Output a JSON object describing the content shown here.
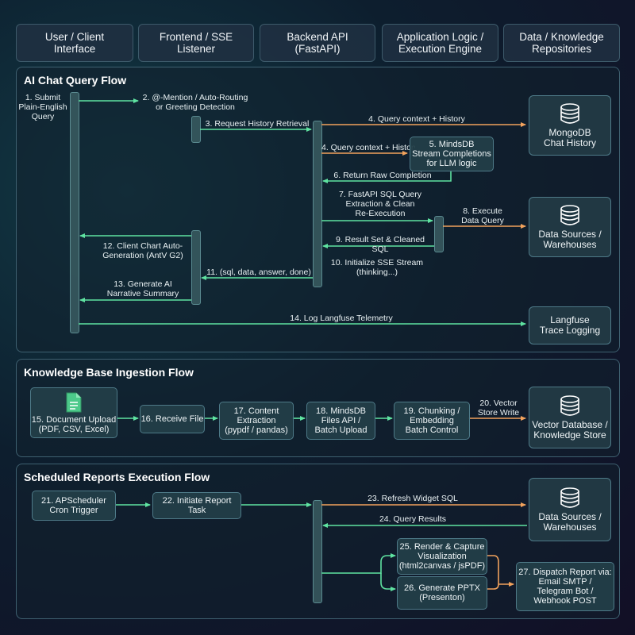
{
  "lanes": [
    "User / Client\nInterface",
    "Frontend / SSE\nListener",
    "Backend API\n(FastAPI)",
    "Application Logic /\nExecution Engine",
    "Data / Knowledge\nRepositories"
  ],
  "sections": {
    "chat": "AI Chat Query Flow",
    "kb": "Knowledge Base Ingestion Flow",
    "reports": "Scheduled Reports Execution Flow"
  },
  "chat_steps": {
    "s1": "1. Submit\nPlain-English\nQuery",
    "s2": "2. @-Mention / Auto-Routing\nor Greeting Detection",
    "s3": "3. Request History Retrieval",
    "s4a": "4. Query context + History",
    "s4b": "4. Query context + History",
    "s5": "5. MindsDB\nStream Completions\nfor LLM logic",
    "s6": "6. Return Raw Completion",
    "s7": "7. FastAPI SQL Query\nExtraction & Clean\nRe-Execution",
    "s8": "8. Execute\nData Query",
    "s9": "9. Result Set & Cleaned SQL",
    "s10": "10. Initialize SSE Stream\n(thinking...)",
    "s11": "11. (sql, data, answer, done)",
    "s12": "12. Client Chart Auto-\nGeneration (AntV G2)",
    "s13": "13. Generate AI\nNarrative Summary",
    "s14": "14. Log Langfuse Telemetry"
  },
  "chat_repos": {
    "mongo": "MongoDB\nChat History",
    "sources": "Data Sources /\nWarehouses",
    "langfuse": "Langfuse\nTrace Logging"
  },
  "kb_steps": {
    "s15": "15. Document Upload\n(PDF, CSV, Excel)",
    "s16": "16. Receive File",
    "s17": "17. Content\nExtraction\n(pypdf / pandas)",
    "s18": "18. MindsDB\nFiles API /\nBatch Upload",
    "s19": "19. Chunking /\nEmbedding\nBatch Control",
    "s20": "20. Vector\nStore Write",
    "vector": "Vector Database /\nKnowledge Store"
  },
  "report_steps": {
    "s21": "21. APScheduler\nCron Trigger",
    "s22": "22. Initiate Report Task",
    "s23": "23. Refresh Widget SQL",
    "s24": "24. Query Results",
    "s25": "25. Render & Capture\nVisualization\n(html2canvas / jsPDF)",
    "s26": "26. Generate PPTX\n(Presenton)",
    "s27": "27. Dispatch Report via:\nEmail SMTP /\nTelegram Bot /\nWebhook POST",
    "sources": "Data Sources /\nWarehouses"
  },
  "colors": {
    "green": "#5fe3a1",
    "orange": "#f2a25c",
    "panel_border": "#3e6070",
    "node_fill": "#233e48"
  }
}
